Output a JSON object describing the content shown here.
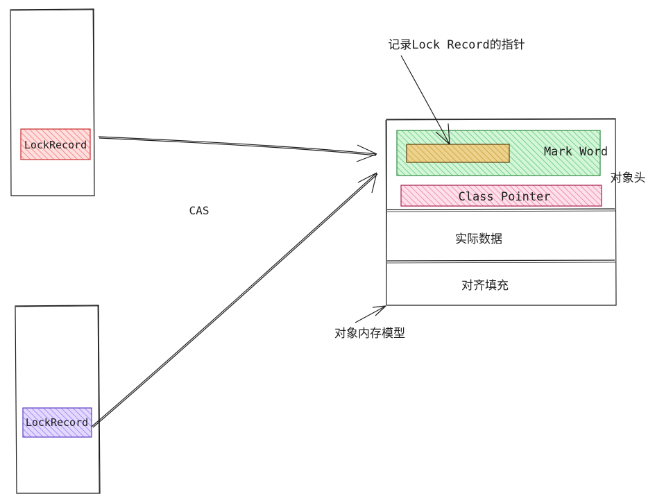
{
  "labels": {
    "pointer_note": "记录Lock Record的指针",
    "cas": "CAS",
    "object_header": "对象头",
    "object_memory_model": "对象内存模型"
  },
  "thread_top": {
    "lock_record": "LockRecord"
  },
  "thread_bottom": {
    "lock_record": "LockRecord"
  },
  "object": {
    "mark_word": "Mark Word",
    "class_pointer": "Class Pointer",
    "instance_data": "实际数据",
    "padding": "对齐填充"
  },
  "colors": {
    "stroke": "#1e1e1e",
    "mark_word_fill": "#b2f2bb",
    "mark_word_hatch": "#40c057",
    "pointer_slot_fill": "#e9c46a",
    "pointer_slot_hatch": "#c08a1a",
    "class_pointer_fill": "#fcc2d7",
    "class_pointer_hatch": "#e64980",
    "lock_record_top_fill": "#ffc9c9",
    "lock_record_top_hatch": "#fa5252",
    "lock_record_bottom_fill": "#d0bfff",
    "lock_record_bottom_hatch": "#7048e8"
  }
}
